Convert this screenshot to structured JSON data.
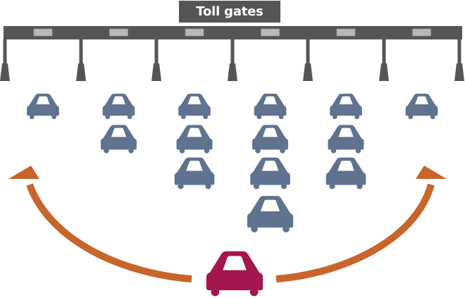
{
  "diagram": {
    "title": "Toll gates",
    "colors": {
      "gantry": "#555555",
      "gantry_light": "#b8b8b8",
      "queued_car": "#5f728f",
      "highlight_car": "#a3174e",
      "arrow": "#c8652a",
      "background": "#ffffff"
    },
    "gates": {
      "count": 6,
      "posts": 7
    },
    "lanes": [
      {
        "lane": 1,
        "queued_cars": 1
      },
      {
        "lane": 2,
        "queued_cars": 2
      },
      {
        "lane": 3,
        "queued_cars": 3
      },
      {
        "lane": 4,
        "queued_cars": 4
      },
      {
        "lane": 5,
        "queued_cars": 3
      },
      {
        "lane": 6,
        "queued_cars": 1
      }
    ],
    "arrows": [
      {
        "from": "approaching-car",
        "to": "left-edge-gate",
        "direction": "left"
      },
      {
        "from": "approaching-car",
        "to": "right-edge-gate",
        "direction": "right"
      }
    ],
    "approaching_car": {
      "role": "new arrival choosing a gate"
    }
  }
}
